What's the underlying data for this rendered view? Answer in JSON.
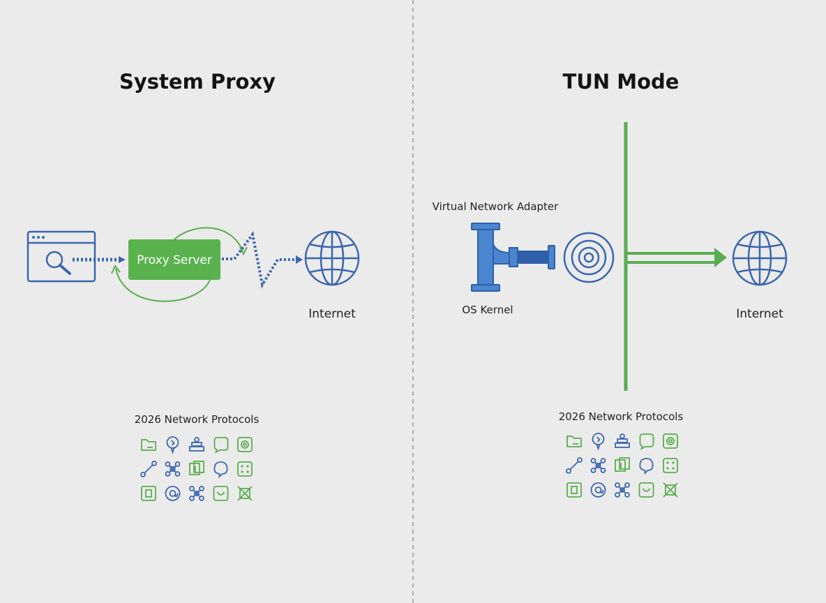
{
  "colors": {
    "background": "#ebebec",
    "blue": "#3a66ad",
    "green": "#5aad4e",
    "proxy_box": "#5ab24f",
    "divider": "#9a9a9a"
  },
  "left_panel": {
    "title": "System Proxy",
    "proxy_label": "Proxy Server",
    "internet_label": "Internet",
    "protocols_label": "2026 Network Protocols",
    "protocol_icons": [
      "folder-icon",
      "pin-icon",
      "user-stack-icon",
      "chat-bubble-icon",
      "target-square-icon",
      "link-node-icon",
      "network-nodes-icon",
      "layers-icon",
      "speech-icon",
      "dice-icon",
      "document-icon",
      "at-circle-icon",
      "cluster-icon",
      "shield-cup-icon",
      "grid-cross-icon"
    ]
  },
  "right_panel": {
    "title": "TUN Mode",
    "adapter_label": "Virtual Network Adapter",
    "kernel_label": "OS Kernel",
    "internet_label": "Internet",
    "protocols_label": "2026 Network Protocols",
    "protocol_icons": [
      "folder-icon",
      "pin-icon",
      "user-stack-icon",
      "chat-bubble-icon",
      "target-square-icon",
      "link-node-icon",
      "network-nodes-icon",
      "layers-icon",
      "speech-icon",
      "dice-icon",
      "document-icon",
      "at-circle-icon",
      "cluster-icon",
      "shield-cup-icon",
      "grid-cross-icon"
    ]
  }
}
